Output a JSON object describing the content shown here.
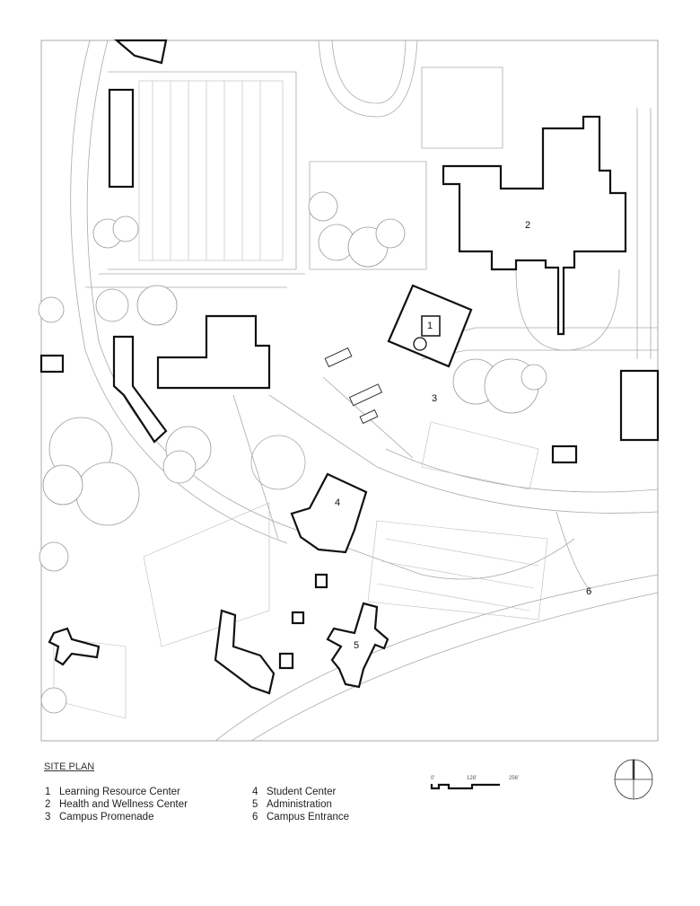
{
  "title": "SITE PLAN",
  "legend": [
    {
      "num": "1",
      "label": "Learning Resource Center"
    },
    {
      "num": "2",
      "label": "Health and Wellness Center"
    },
    {
      "num": "3",
      "label": "Campus Promenade"
    },
    {
      "num": "4",
      "label": "Student Center"
    },
    {
      "num": "5",
      "label": "Administration"
    },
    {
      "num": "6",
      "label": "Campus Entrance"
    }
  ],
  "scale": {
    "labels": [
      "0'",
      "128'",
      "256'"
    ]
  },
  "map_labels": [
    "1",
    "2",
    "3",
    "4",
    "5",
    "6"
  ]
}
